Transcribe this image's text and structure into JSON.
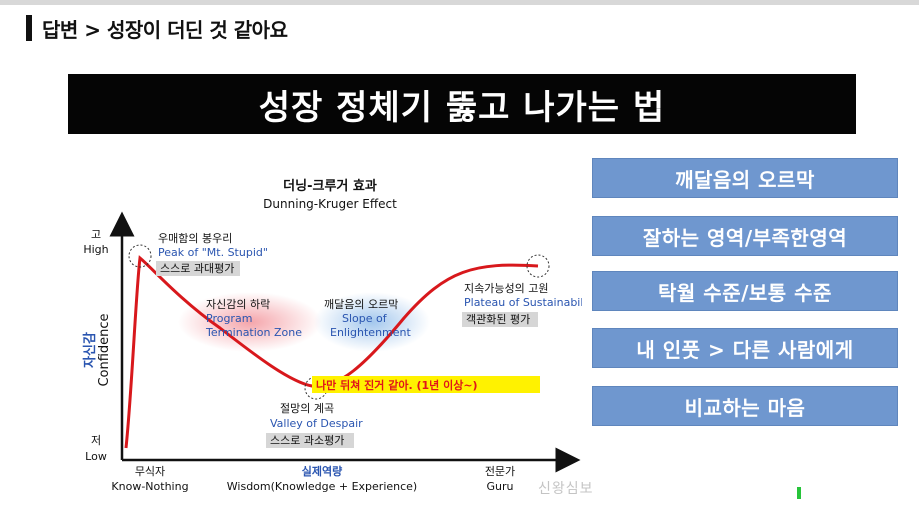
{
  "section_title": "답변 > 성장이 더딘 것 같아요",
  "main_title": "성장 정체기 뚫고 나가는 법",
  "diagram": {
    "title_ko": "더닝-크루거 효과",
    "title_en": "Dunning-Kruger Effect",
    "y_axis": {
      "high_ko": "고",
      "high_en": "High",
      "low_ko": "저",
      "low_en": "Low",
      "label_ko": "자신감",
      "label_en": "Confidence"
    },
    "x_axis": {
      "left_ko": "무식자",
      "left_en": "Know-Nothing",
      "center_ko": "실제역량",
      "center_en": "Wisdom(Knowledge + Experience)",
      "right_ko": "전문가",
      "right_en": "Guru"
    },
    "peak": {
      "title_ko": "우매함의 봉우리",
      "title_en": "Peak of \"Mt. Stupid\"",
      "note": "스스로 과대평가"
    },
    "decline": {
      "title_ko": "자신감의 하락",
      "line1_en": "Program",
      "line2_en": "Termination Zone"
    },
    "rise": {
      "title_ko": "깨달음의 오르막",
      "line1_en": "Slope of",
      "line2_en": "Enlightenment"
    },
    "plateau": {
      "title_ko": "지속가능성의 고원",
      "title_en": "Plateau of Sustainability",
      "note": "객관화된 평가"
    },
    "valley": {
      "title_ko": "절망의 계곡",
      "title_en": "Valley of Despair",
      "note": "스스로 과소평가"
    },
    "highlight": "나만 뒤쳐 진거 같아. (1년 이상~)",
    "curve_color": "#d8181c",
    "highlight_color": "#fff200"
  },
  "buttons": [
    "깨달음의 오르막",
    "잘하는 영역/부족한영역",
    "탁월 수준/보통 수준",
    "내 인풋 > 다른 사람에게",
    "비교하는 마음"
  ],
  "watermark": "신왕심보"
}
